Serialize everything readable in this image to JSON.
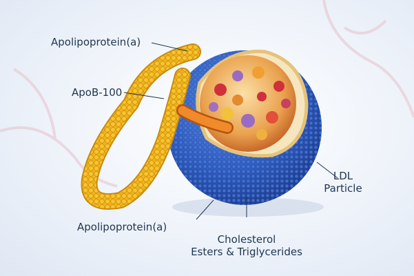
{
  "labels": {
    "apo_a_top": "Apolipoprotein(a)",
    "apob100": "ApoB-100",
    "ldl_line1": "LDL",
    "ldl_line2": "Particle",
    "apo_a_bottom": "Apolipoprotein(a)",
    "core_line1": "Cholesterol",
    "core_line2": "Esters & Triglycerides"
  },
  "colors": {
    "shell": "#2f5fc4",
    "rope": "#f2b41c",
    "core": "#f0b060",
    "protein_tube": "#e07a1c"
  }
}
